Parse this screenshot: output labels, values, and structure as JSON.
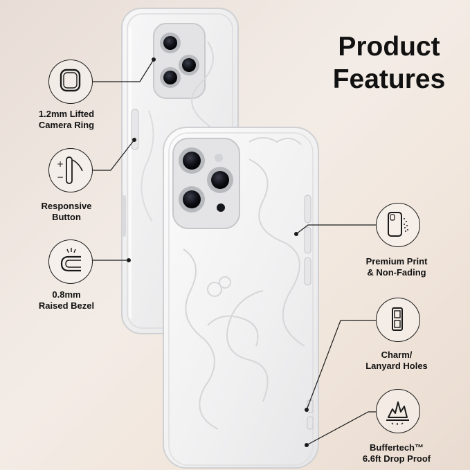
{
  "header": {
    "title_line1": "Product",
    "title_line2": "Features"
  },
  "features": [
    {
      "icon": "camera-ring-icon",
      "line1": "1.2mm Lifted",
      "line2": "Camera Ring"
    },
    {
      "icon": "responsive-button-icon",
      "line1": "Responsive",
      "line2": "Button"
    },
    {
      "icon": "raised-bezel-icon",
      "line1": "0.8mm",
      "line2": "Raised Bezel"
    },
    {
      "icon": "premium-print-icon",
      "line1": "Premium Print",
      "line2": "& Non-Fading"
    },
    {
      "icon": "lanyard-holes-icon",
      "line1": "Charm/",
      "line2": "Lanyard Holes"
    },
    {
      "icon": "drop-proof-icon",
      "line1": "Buffertech™",
      "line2": "6.6ft Drop Proof"
    }
  ],
  "colors": {
    "text": "#111111",
    "line": "#1a1a1a",
    "background": "#efe6de"
  }
}
